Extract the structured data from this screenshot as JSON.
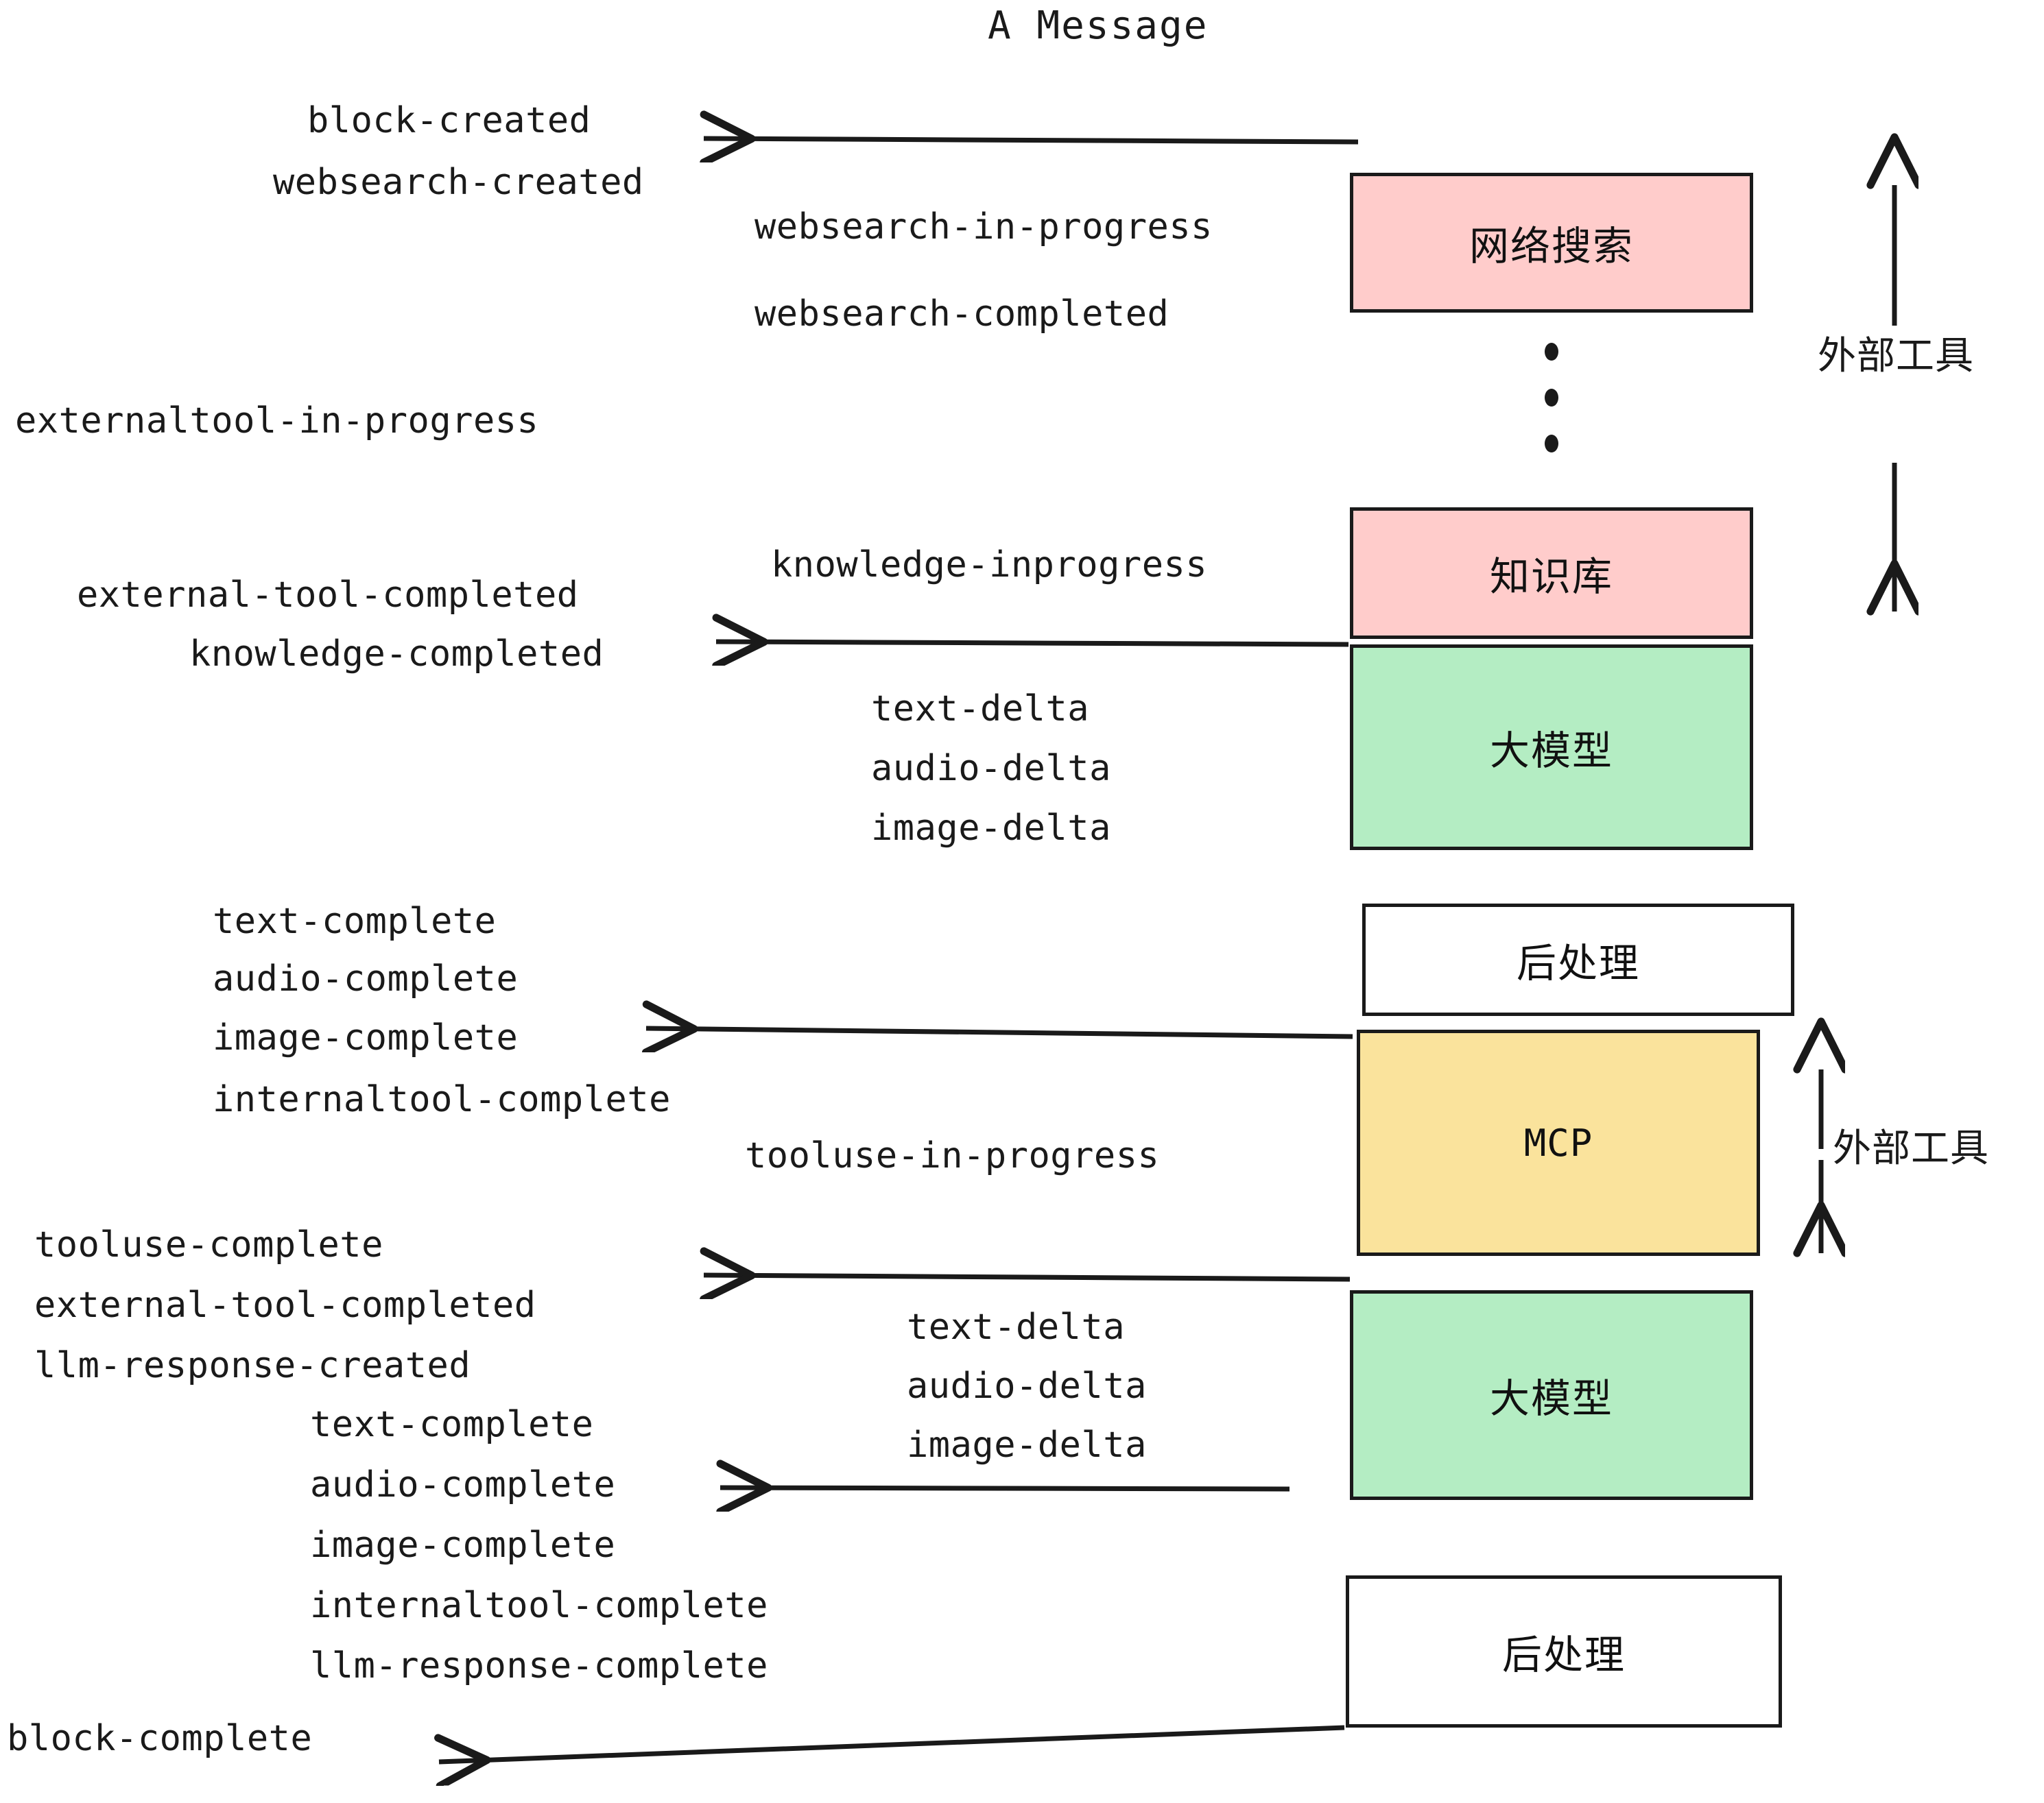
{
  "diagram": {
    "title": "A Message",
    "colors": {
      "pink": "#FFCCCB",
      "green": "#B4EDC3",
      "yellow": "#FAE39C",
      "white": "#FFFFFF",
      "stroke": "#1A1A1A"
    },
    "boxes": [
      {
        "id": "websearch",
        "label": "网络搜索",
        "fill": "pink"
      },
      {
        "id": "knowledge",
        "label": "知识库",
        "fill": "pink"
      },
      {
        "id": "llm-1",
        "label": "大模型",
        "fill": "green"
      },
      {
        "id": "postprocess-1",
        "label": "后处理",
        "fill": "white"
      },
      {
        "id": "mcp",
        "label": "MCP",
        "fill": "yellow"
      },
      {
        "id": "llm-2",
        "label": "大模型",
        "fill": "green"
      },
      {
        "id": "postprocess-2",
        "label": "后处理",
        "fill": "white"
      }
    ],
    "side_labels": [
      {
        "id": "external-tool-top",
        "label": "外部工具"
      },
      {
        "id": "external-tool-bottom",
        "label": "外部工具"
      }
    ],
    "events": [
      {
        "id": "block-created",
        "label": "block-created"
      },
      {
        "id": "websearch-created",
        "label": "websearch-created"
      },
      {
        "id": "websearch-in-progress",
        "label": "websearch-in-progress"
      },
      {
        "id": "websearch-completed",
        "label": "websearch-completed"
      },
      {
        "id": "externaltool-in-progress",
        "label": "externaltool-in-progress"
      },
      {
        "id": "knowledge-inprogress",
        "label": "knowledge-inprogress"
      },
      {
        "id": "external-tool-completed-1",
        "label": "external-tool-completed"
      },
      {
        "id": "knowledge-completed",
        "label": "knowledge-completed"
      },
      {
        "id": "text-delta-1",
        "label": "text-delta"
      },
      {
        "id": "audio-delta-1",
        "label": "audio-delta"
      },
      {
        "id": "image-delta-1",
        "label": "image-delta"
      },
      {
        "id": "text-complete-1",
        "label": "text-complete"
      },
      {
        "id": "audio-complete-1",
        "label": "audio-complete"
      },
      {
        "id": "image-complete-1",
        "label": "image-complete"
      },
      {
        "id": "internaltool-complete-1",
        "label": "internaltool-complete"
      },
      {
        "id": "tooluse-in-progress",
        "label": "tooluse-in-progress"
      },
      {
        "id": "tooluse-complete",
        "label": "tooluse-complete"
      },
      {
        "id": "external-tool-completed-2",
        "label": "external-tool-completed"
      },
      {
        "id": "llm-response-created",
        "label": "llm-response-created"
      },
      {
        "id": "text-delta-2",
        "label": "text-delta"
      },
      {
        "id": "audio-delta-2",
        "label": "audio-delta"
      },
      {
        "id": "image-delta-2",
        "label": "image-delta"
      },
      {
        "id": "text-complete-2",
        "label": "text-complete"
      },
      {
        "id": "audio-complete-2",
        "label": "audio-complete"
      },
      {
        "id": "image-complete-2",
        "label": "image-complete"
      },
      {
        "id": "internaltool-complete-2",
        "label": "internaltool-complete"
      },
      {
        "id": "llm-response-complete",
        "label": "llm-response-complete"
      },
      {
        "id": "block-complete",
        "label": "block-complete"
      }
    ]
  }
}
